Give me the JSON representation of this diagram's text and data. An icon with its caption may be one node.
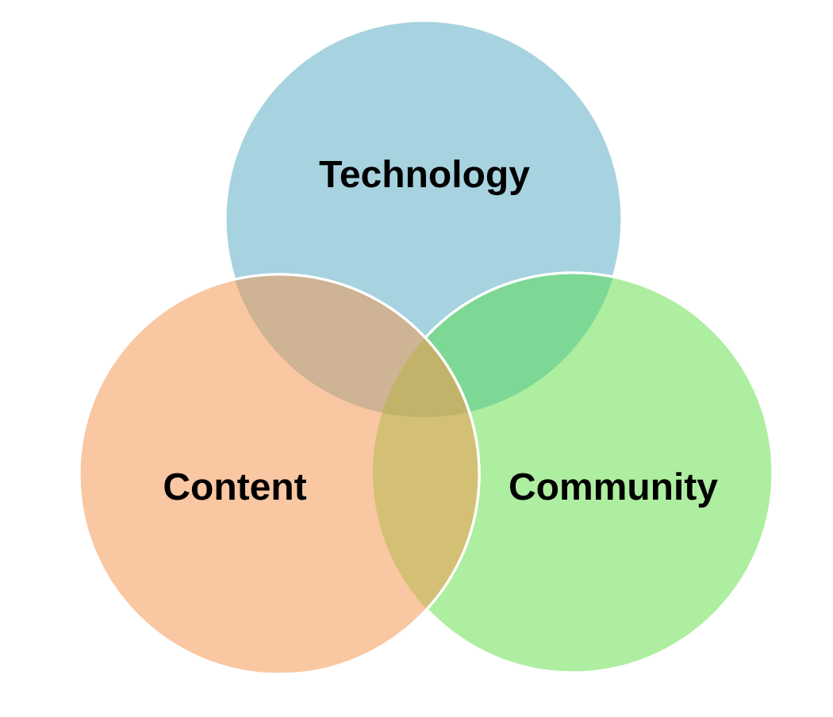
{
  "diagram": {
    "nodes": [
      {
        "text": [
          "Technology"
        ]
      },
      {
        "text": [
          "Content"
        ]
      },
      {
        "text": [
          "Community"
        ]
      }
    ]
  }
}
